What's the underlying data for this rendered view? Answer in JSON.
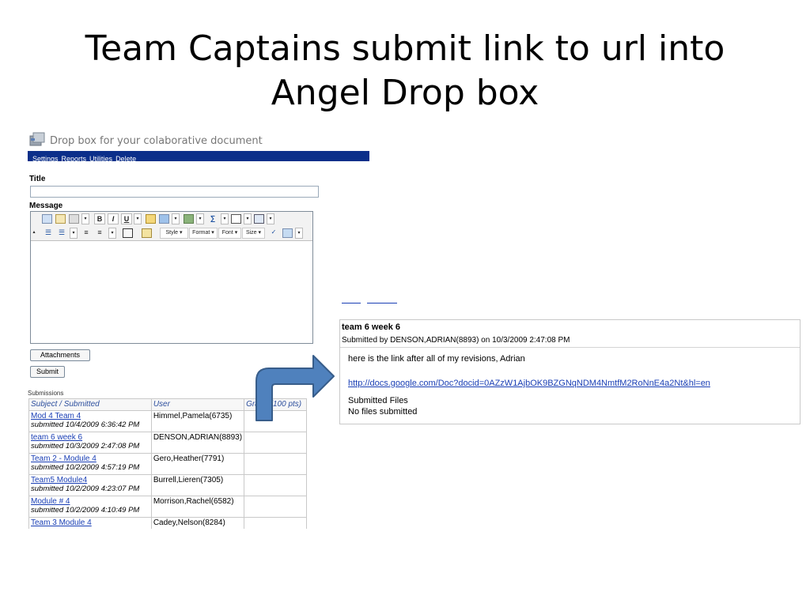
{
  "slide": {
    "title_line1": "Team Captains submit link to url into",
    "title_line2": "Angel Drop box"
  },
  "dropbox": {
    "header_title": "Drop box for your colaborative document",
    "menu": [
      "Settings",
      "Reports",
      "Utilities",
      "Delete"
    ],
    "title_label": "Title",
    "title_value": "",
    "message_label": "Message",
    "toolbar": {
      "bold": "B",
      "italic": "I",
      "underline": "U",
      "sigma": "∑",
      "style": "Style ▾",
      "format": "Format ▾",
      "font": "Font ▾",
      "size": "Size ▾"
    },
    "attachments_button": "Attachments",
    "submit_button": "Submit"
  },
  "submissions": {
    "label": "Submissions",
    "columns": {
      "subject": "Subject / Submitted",
      "user": "User",
      "grade": "Grade (100 pts)"
    },
    "rows": [
      {
        "subject": "Mod 4 Team 4",
        "submitted": "submitted 10/4/2009 6:36:42 PM",
        "user": "Himmel,Pamela(6735)"
      },
      {
        "subject": "team 6 week 6",
        "submitted": "submitted 10/3/2009 2:47:08 PM",
        "user": "DENSON,ADRIAN(8893)"
      },
      {
        "subject": "Team 2 - Module 4",
        "submitted": "submitted 10/2/2009 4:57:19 PM",
        "user": "Gero,Heather(7791)"
      },
      {
        "subject": "Team5 Module4",
        "submitted": "submitted 10/2/2009 4:23:07 PM",
        "user": "Burrell,Lieren(7305)"
      },
      {
        "subject": "Module # 4",
        "submitted": "submitted 10/2/2009 4:10:49 PM",
        "user": "Morrison,Rachel(6582)"
      },
      {
        "subject": "Team 3 Module 4",
        "submitted": "",
        "user": "Cadey,Nelson(8284)"
      }
    ]
  },
  "detail": {
    "title": "team 6 week 6",
    "submitted_by": "Submitted by DENSON,ADRIAN(8893) on 10/3/2009 2:47:08 PM",
    "message": "here is the link after all of my revisions, Adrian",
    "url": "http://docs.google.com/Doc?docid=0AZzW1AjbOK9BZGNqNDM4NmtfM2RoNnE4a2Nt&hl=en",
    "files_label": "Submitted Files",
    "files_none": "No files submitted"
  },
  "colors": {
    "menu_bar": "#0b2f8a",
    "link": "#1a3fb5",
    "arrow_fill": "#4f81bd",
    "arrow_stroke": "#385d8a"
  }
}
